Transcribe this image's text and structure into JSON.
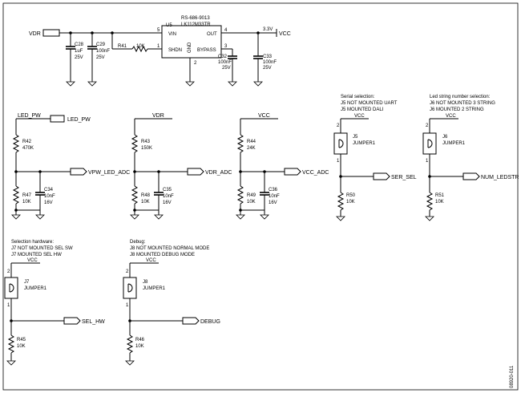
{
  "power": {
    "vdr_input": "VDR",
    "regulator_part": "RS-686-9013",
    "regulator_name": "LK112M33TR",
    "regulator_ref": "U5",
    "pin_vin": "VIN",
    "pin_out": "OUT",
    "pin_shdn": "SHDN",
    "pin_bypass": "BYPASS",
    "pin_gnd": "GND",
    "pin_num_vin": "5",
    "pin_num_out": "4",
    "pin_num_shdn": "1",
    "pin_num_bypass": "3",
    "pin_num_gnd": "2",
    "out_voltage": "3.3V",
    "out_net": "VCC",
    "c28_ref": "C28",
    "c28_val": "1uF",
    "c28_v": "25V",
    "c29_ref": "C29",
    "c29_val": "100nF",
    "c29_v": "25V",
    "r41_ref": "R41",
    "r41_val": "10K",
    "c32_ref": "C32",
    "c32_val": "100nF",
    "c32_v": "25V",
    "c33_ref": "C33",
    "c33_val": "100nF",
    "c33_v": "25V"
  },
  "dividers": [
    {
      "top_net": "LED_PW",
      "r_top_ref": "R42",
      "r_top_val": "470K",
      "adc_net": "VPW_LED_ADC",
      "c_ref": "C34",
      "c_val": "10nF",
      "c_v": "16V",
      "r_bot_ref": "R47",
      "r_bot_val": "10K"
    },
    {
      "top_net": "VDR",
      "r_top_ref": "R43",
      "r_top_val": "150K",
      "adc_net": "VDR_ADC",
      "c_ref": "C35",
      "c_val": "10nF",
      "c_v": "16V",
      "r_bot_ref": "R48",
      "r_bot_val": "10K"
    },
    {
      "top_net": "VCC",
      "r_top_ref": "R44",
      "r_top_val": "24K",
      "adc_net": "VCC_ADC",
      "c_ref": "C36",
      "c_val": "10nF",
      "c_v": "16V",
      "r_bot_ref": "R49",
      "r_bot_val": "10K"
    }
  ],
  "jumpers": [
    {
      "title": "Serial selection:",
      "note1": "J5 NOT MOUNTED UART",
      "note2": "J5 MOUNTED DALI",
      "supply": "VCC",
      "ref": "J5",
      "type": "JUMPER1",
      "pin_top": "2",
      "pin_bot": "1",
      "net": "SER_SEL",
      "r_ref": "R50",
      "r_val": "10K"
    },
    {
      "title": "Led string number selection:",
      "note1": "J6 NOT MOUNTED 3 STRING",
      "note2": "J6 MOUNTED 2 STRING",
      "supply": "VCC",
      "ref": "J6",
      "type": "JUMPER1",
      "pin_top": "2",
      "pin_bot": "1",
      "net": "NUM_LEDSTR",
      "r_ref": "R51",
      "r_val": "10K"
    },
    {
      "title": "Selection hardware:",
      "note1": "J7 NOT MOUNTED SEL SW",
      "note2": "J7 MOUNTED SEL HW",
      "supply": "VCC",
      "ref": "J7",
      "type": "JUMPER1",
      "pin_top": "2",
      "pin_bot": "1",
      "net": "SEL_HW",
      "r_ref": "R45",
      "r_val": "10K"
    },
    {
      "title": "Debug:",
      "note1": "J8 NOT MOUNTED NORMAL MODE",
      "note2": "J8 MOUNTED DEBUG MODE",
      "supply": "VCC",
      "ref": "J8",
      "type": "JUMPER1",
      "pin_top": "2",
      "pin_bot": "1",
      "net": "DEBUG",
      "r_ref": "R46",
      "r_val": "10K"
    }
  ],
  "figure_id": "08920-011"
}
